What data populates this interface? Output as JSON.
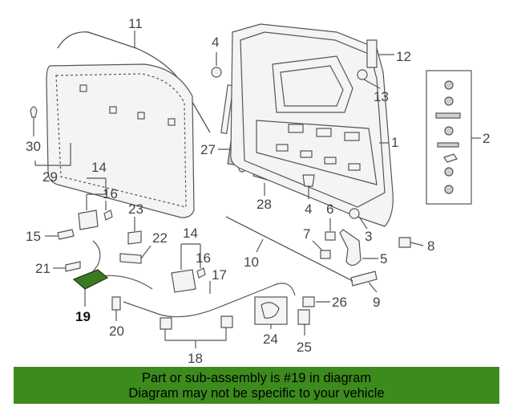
{
  "callouts": {
    "c1": "1",
    "c2": "2",
    "c3": "3",
    "c4a": "4",
    "c4b": "4",
    "c5": "5",
    "c6": "6",
    "c7": "7",
    "c8": "8",
    "c9": "9",
    "c10": "10",
    "c11": "11",
    "c12": "12",
    "c13": "13",
    "c14a": "14",
    "c14b": "14",
    "c15": "15",
    "c16a": "16",
    "c16b": "16",
    "c17": "17",
    "c18": "18",
    "c19": "19",
    "c20": "20",
    "c21": "21",
    "c22": "22",
    "c23": "23",
    "c24": "24",
    "c25": "25",
    "c26": "26",
    "c27": "27",
    "c28": "28",
    "c29": "29",
    "c30": "30"
  },
  "highlight_color": "#3c7a22",
  "banner": {
    "line1": "Part or sub-assembly is #19 in diagram",
    "line2": "Diagram may not be specific to your vehicle",
    "color": "#3c8b1c"
  }
}
